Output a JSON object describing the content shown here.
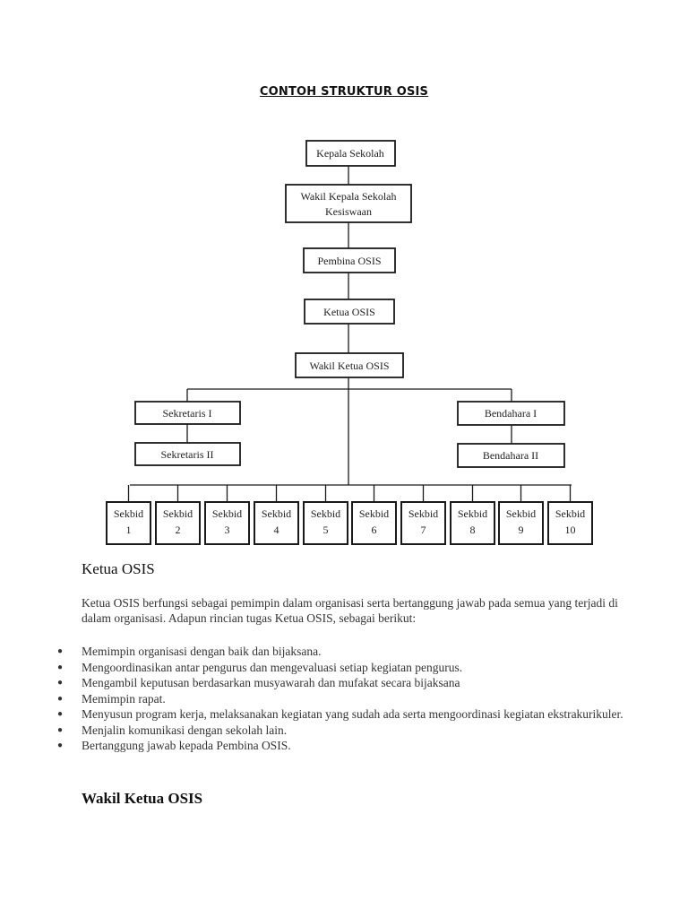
{
  "document": {
    "title": "CONTOH  STRUKTUR OSIS"
  },
  "org_chart": {
    "kepala_sekolah": "Kepala Sekolah",
    "wakil_kepala_line1": "Wakil Kepala Sekolah",
    "wakil_kepala_line2": "Kesiswaan",
    "pembina": "Pembina OSIS",
    "ketua": "Ketua OSIS",
    "wakil_ketua": "Wakil Ketua OSIS",
    "sekretaris_1": "Sekretaris I",
    "sekretaris_2": "Sekretaris II",
    "bendahara_1": "Bendahara I",
    "bendahara_2": "Bendahara II",
    "sekbid_label": "Sekbid",
    "sekbid_numbers": [
      "1",
      "2",
      "3",
      "4",
      "5",
      "6",
      "7",
      "8",
      "9",
      "10"
    ]
  },
  "section_ketua": {
    "heading": "Ketua OSIS",
    "intro": "Ketua OSIS berfungsi sebagai pemimpin dalam organisasi serta bertanggung jawab pada semua yang terjadi di dalam organisasi. Adapun rincian tugas Ketua OSIS, sebagai berikut:",
    "bullet_symbol": "●",
    "tasks": [
      "Memimpin organisasi dengan baik dan bijaksana.",
      "Mengoordinasikan antar pengurus dan mengevaluasi setiap kegiatan pengurus.",
      "Mengambil keputusan berdasarkan musyawarah dan mufakat secara bijaksana",
      "Memimpin rapat.",
      "Menyusun program kerja, melaksanakan kegiatan yang sudah ada serta mengoordinasi kegiatan ekstrakurikuler.",
      "Menjalin komunikasi dengan sekolah lain.",
      "Bertanggung jawab kepada Pembina OSIS."
    ]
  },
  "section_wakil": {
    "heading": "Wakil Ketua OSIS"
  }
}
